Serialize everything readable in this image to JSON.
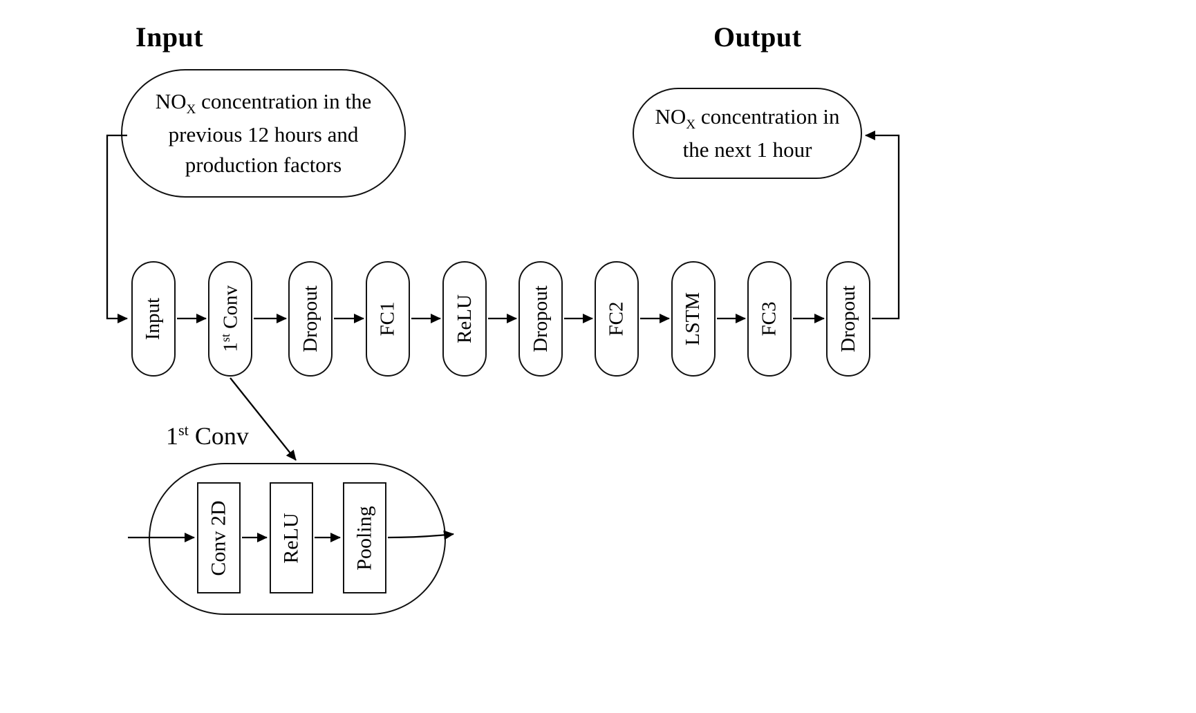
{
  "headings": {
    "input": "Input",
    "output": "Output"
  },
  "bubbles": {
    "input": {
      "prefix": "NO",
      "sub": "X",
      "text": " concentration in the previous 12 hours and production factors"
    },
    "output": {
      "prefix": "NO",
      "sub": "X",
      "text": " concentration in the next 1 hour"
    }
  },
  "pipeline": {
    "stages": [
      {
        "label": "Input"
      },
      {
        "parts": {
          "prefix": "1",
          "sup": "st",
          "suffix": " Conv"
        }
      },
      {
        "label": "Dropout"
      },
      {
        "label": "FC1"
      },
      {
        "label": "ReLU"
      },
      {
        "label": "Dropout"
      },
      {
        "label": "FC2"
      },
      {
        "label": "LSTM"
      },
      {
        "label": "FC3"
      },
      {
        "label": "Dropout"
      }
    ]
  },
  "conv_detail": {
    "label": {
      "prefix": "1",
      "sup": "st",
      "suffix": " Conv"
    },
    "blocks": [
      {
        "label": "Conv 2D"
      },
      {
        "label": "ReLU"
      },
      {
        "label": "Pooling"
      }
    ]
  },
  "colors": {
    "outline": "#000000",
    "canvas_background": "#ffffff"
  }
}
